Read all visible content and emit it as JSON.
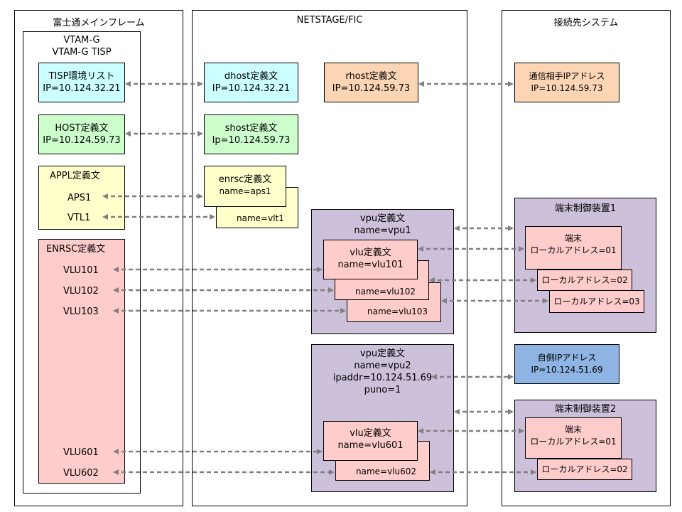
{
  "columns": {
    "left": "富士通メインフレーム",
    "middle": "NETSTAGE/FIC",
    "right": "接続先システム"
  },
  "vtam": {
    "title1": "VTAM-G",
    "title2": "VTAM-G TISP",
    "tisp": {
      "title": "TISP環境リスト",
      "ip": "IP=10.124.32.21"
    },
    "host": {
      "title": "HOST定義文",
      "ip": "IP=10.124.59.73"
    },
    "appl": {
      "title": "APPL定義文",
      "items": [
        "APS1",
        "VTL1"
      ]
    },
    "enrsc": {
      "title": "ENRSC定義文",
      "items": [
        "VLU101",
        "VLU102",
        "VLU103",
        "VLU601",
        "VLU602"
      ]
    }
  },
  "netstage": {
    "dhost": {
      "title": "dhost定義文",
      "ip": "IP=10.124.32.21"
    },
    "shost": {
      "title": "shost定義文",
      "ip": "Ip=10.124.59.73"
    },
    "rhost": {
      "title": "rhost定義文",
      "ip": "IP=10.124.59.73"
    },
    "enrsc": {
      "title": "enrsc定義文",
      "name1": "name=aps1",
      "name2": "name=vlt1"
    },
    "vpu1": {
      "title": "vpu定義文",
      "name": "name=vpu1",
      "vlu_title": "vlu定義文",
      "vlu_names": [
        "name=vlu101",
        "name=vlu102",
        "name=vlu103"
      ]
    },
    "vpu2": {
      "title": "vpu定義文",
      "name": "name=vpu2",
      "ipaddr": "ipaddr=10.124.51.69",
      "puno": "puno=1",
      "vlu_title": "vlu定義文",
      "vlu_names": [
        "name=vlu601",
        "name=vlu602"
      ]
    }
  },
  "remote": {
    "peer": {
      "title": "通信相手IPアドレス",
      "ip": "IP=10.124.59.73"
    },
    "ctrl1": {
      "title": "端末制御装置1",
      "term": "端末",
      "addrs": [
        "ローカルアドレス=01",
        "ローカルアドレス=02",
        "ローカルアドレス=03"
      ]
    },
    "self": {
      "title": "自側IPアドレス",
      "ip": "IP=10.124.51.69"
    },
    "ctrl2": {
      "title": "端末制御装置2",
      "term": "端末",
      "addrs": [
        "ローカルアドレス=01",
        "ローカルアドレス=02"
      ]
    }
  },
  "colors": {
    "cyan": "#ccffff",
    "green": "#ccffcc",
    "orange": "#fcd5b4",
    "yellow": "#ffffcc",
    "pink": "#ffcccc",
    "purple": "#ccc0da",
    "blue": "#8db4e2",
    "arrow": "#808080"
  }
}
